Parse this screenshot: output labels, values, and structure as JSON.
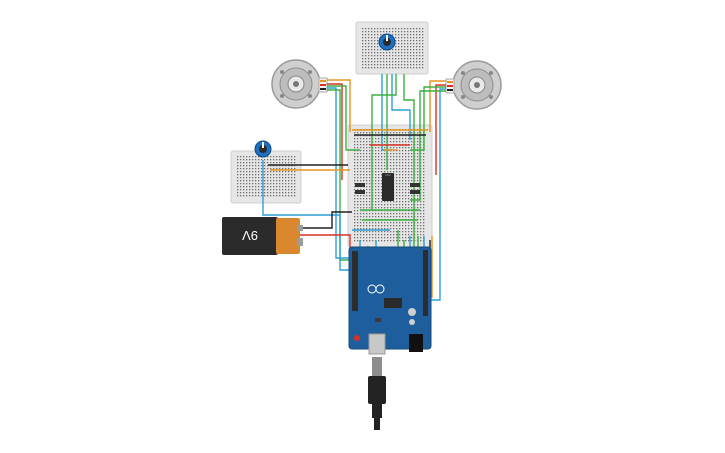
{
  "battery": {
    "label": "9V"
  },
  "colors": {
    "breadboard": "#e4e4e4",
    "breadboard_hole": "#6e6e6e",
    "battery_body": "#2c2c2c",
    "battery_cap": "#d9882e",
    "arduino": "#1f5e9c",
    "motor": "#c8c8c8",
    "knob": "#1d6fc0",
    "wire_blue": "#2f9fd6",
    "wire_green": "#3cb043",
    "wire_orange": "#e8951f",
    "wire_red": "#d93025",
    "wire_black": "#222222"
  },
  "components": [
    {
      "name": "breadboard-top",
      "icon": "breadboard-icon"
    },
    {
      "name": "breadboard-left",
      "icon": "breadboard-icon"
    },
    {
      "name": "breadboard-main",
      "icon": "breadboard-icon"
    },
    {
      "name": "potentiometer-top",
      "icon": "potentiometer-icon"
    },
    {
      "name": "potentiometer-left",
      "icon": "potentiometer-icon"
    },
    {
      "name": "servo-motor-left",
      "icon": "motor-icon"
    },
    {
      "name": "servo-motor-right",
      "icon": "motor-icon"
    },
    {
      "name": "motor-driver-chip",
      "icon": "ic-chip-icon"
    },
    {
      "name": "battery-9v",
      "icon": "battery-icon"
    },
    {
      "name": "arduino-uno",
      "icon": "microcontroller-icon"
    },
    {
      "name": "usb-cable",
      "icon": "usb-cable-icon"
    }
  ]
}
